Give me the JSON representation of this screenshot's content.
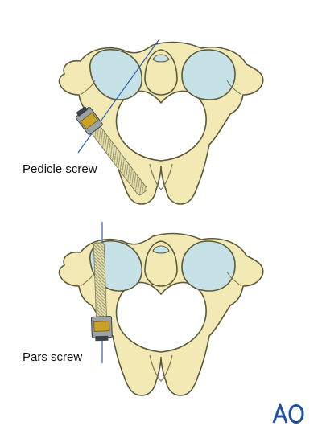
{
  "figure": {
    "top_panel": {
      "caption": "Pedicle screw"
    },
    "bottom_panel": {
      "caption": "Pars screw"
    }
  },
  "logo": {
    "text": "AO"
  },
  "colors": {
    "bone_fill": "#f3e9b4",
    "bone_outline": "#5a5a3c",
    "cartilage_fill": "#c6e2e7",
    "screw_thread": "#d9d3a0",
    "screw_head_gold": "#c9a227",
    "screw_head_steel": "#9aa3a8",
    "trajectory_line": "#2b5fb3",
    "logo_blue": "#1e4fa3"
  },
  "icons": [
    "vertebra-illustration",
    "pedicle-screw-icon",
    "pars-screw-icon",
    "ao-logo"
  ]
}
